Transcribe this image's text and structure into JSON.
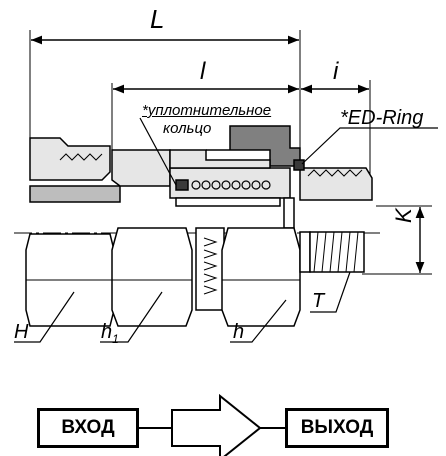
{
  "dimensions": {
    "L": "L",
    "l": "l",
    "i": "i",
    "K": "K"
  },
  "callouts": {
    "seal_line1": "*уплотнительное",
    "seal_line2": "кольцо",
    "ed_ring": "*ED-Ring",
    "H": "H",
    "h1": "h",
    "h1_sub": "1",
    "h": "h",
    "T": "T"
  },
  "flow": {
    "input": "ВХОД",
    "output": "ВЫХОД"
  },
  "colors": {
    "metal_light": "#e6e6e6",
    "metal_mid": "#bdbdbd",
    "metal_dark": "#808080",
    "seal_dark": "#3a3a3a",
    "line": "#000000"
  }
}
